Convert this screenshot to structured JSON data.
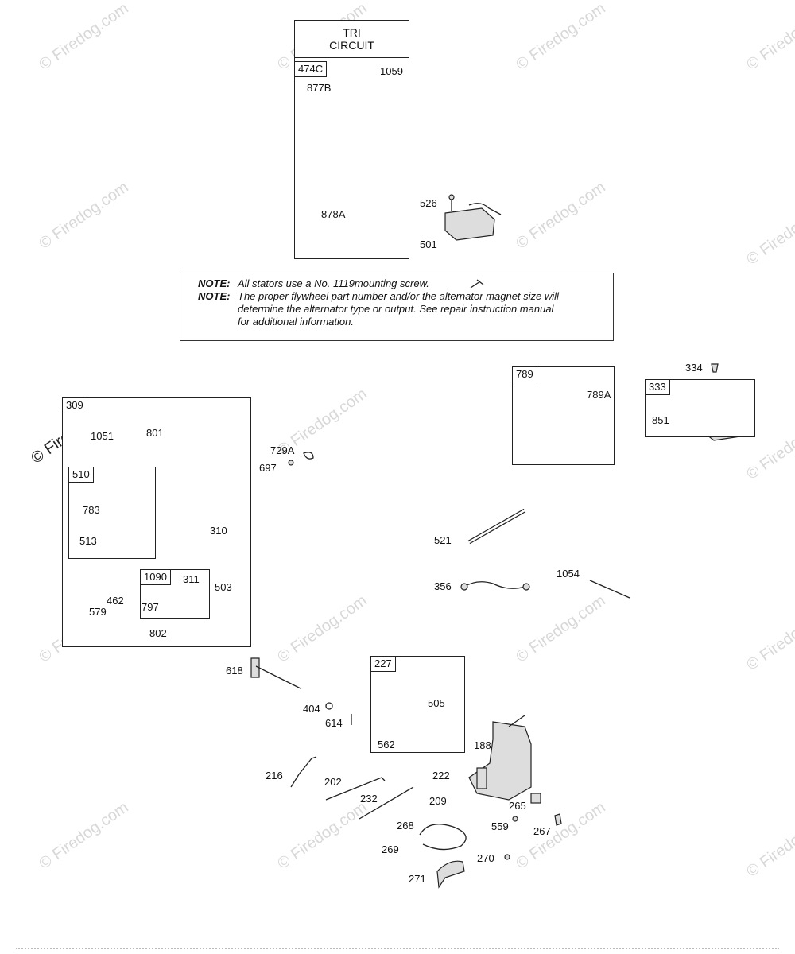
{
  "watermark": "© Firedog.com",
  "tri_circuit": {
    "line1": "TRI",
    "line2": "CIRCUIT"
  },
  "note": {
    "key1": "NOTE:",
    "text1": "All stators use a No. 1119mounting screw.",
    "key2": "NOTE:",
    "text2a": "The proper flywheel part number and/or the alternator magnet size will",
    "text2b": "determine the alternator type or output. See repair instruction manual",
    "text2c": "for additional information."
  },
  "boxes": {
    "b474c": "474C",
    "b309": "309",
    "b510": "510",
    "b1090": "1090",
    "b789": "789",
    "b333": "333",
    "b227": "227"
  },
  "labels": {
    "l1059": "1059",
    "l877b": "877B",
    "l878a": "878A",
    "l526": "526",
    "l501": "501",
    "l334": "334",
    "l851": "851",
    "l789a": "789A",
    "l1051": "1051",
    "l801": "801",
    "l783": "783",
    "l513": "513",
    "l310": "310",
    "l311": "311",
    "l797": "797",
    "l503": "503",
    "l462": "462",
    "l579": "579",
    "l802": "802",
    "l729a": "729A",
    "l697": "697",
    "l521": "521",
    "l356": "356",
    "l1054": "1054",
    "l618": "618",
    "l404": "404",
    "l614": "614",
    "l505": "505",
    "l562": "562",
    "l188": "188",
    "l216": "216",
    "l202": "202",
    "l222": "222",
    "l232": "232",
    "l209": "209",
    "l265": "265",
    "l268": "268",
    "l559": "559",
    "l267": "267",
    "l269": "269",
    "l270": "270",
    "l271": "271"
  }
}
